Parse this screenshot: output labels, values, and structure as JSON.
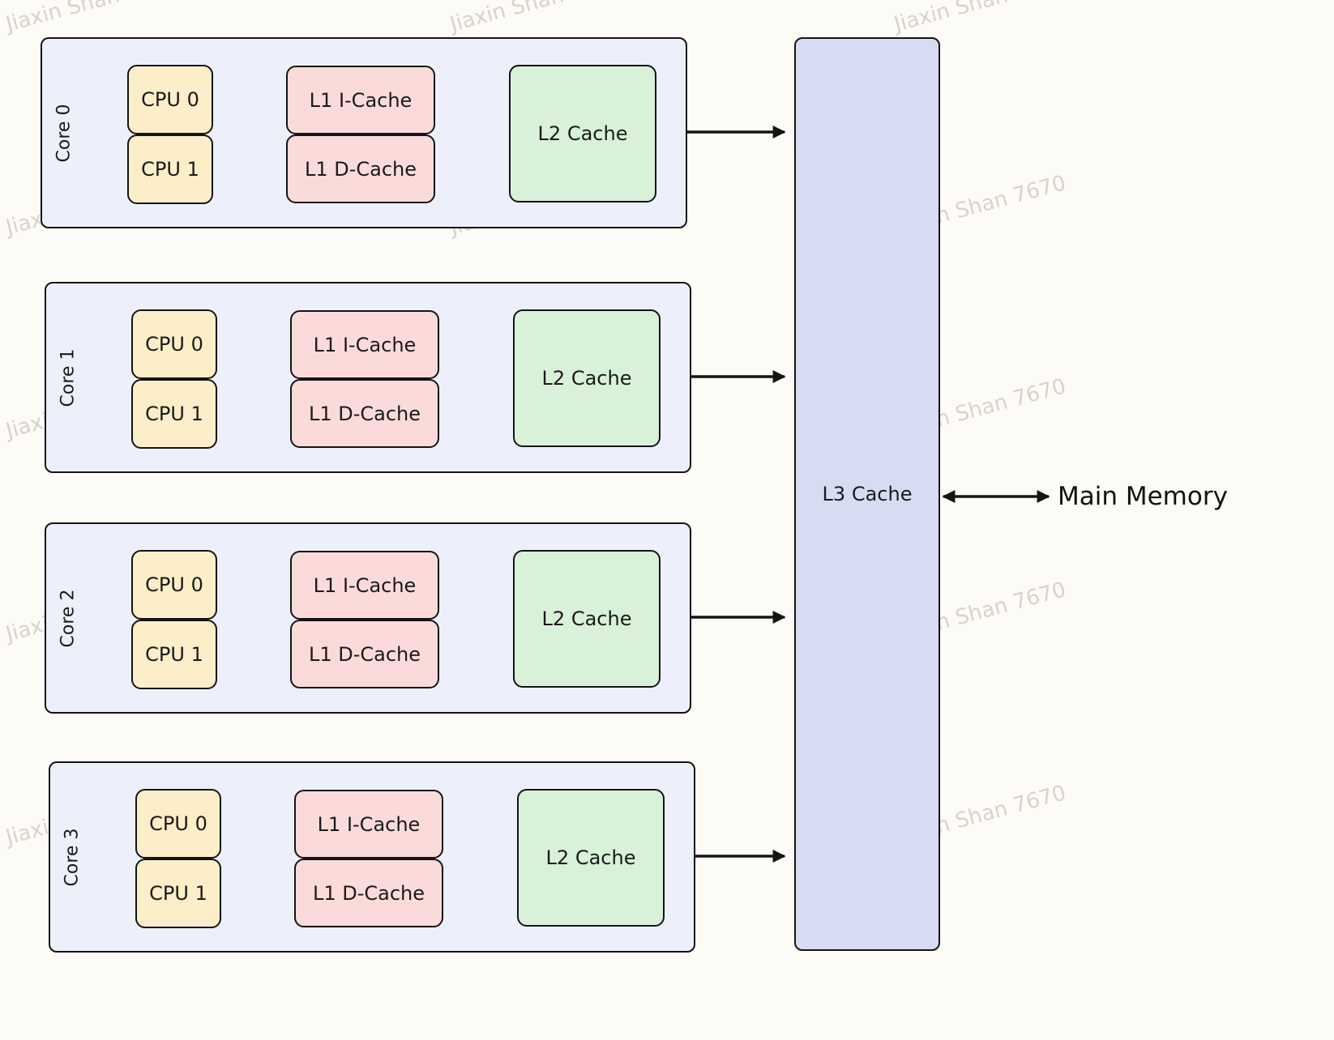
{
  "diagram": {
    "watermark": "Jiaxin Shan 7670",
    "cores": [
      {
        "label": "Core 0",
        "cpu0": "CPU 0",
        "cpu1": "CPU 1",
        "l1i": "L1 I-Cache",
        "l1d": "L1 D-Cache",
        "l2": "L2 Cache"
      },
      {
        "label": "Core 1",
        "cpu0": "CPU 0",
        "cpu1": "CPU 1",
        "l1i": "L1 I-Cache",
        "l1d": "L1 D-Cache",
        "l2": "L2 Cache"
      },
      {
        "label": "Core 2",
        "cpu0": "CPU 0",
        "cpu1": "CPU 1",
        "l1i": "L1 I-Cache",
        "l1d": "L1 D-Cache",
        "l2": "L2 Cache"
      },
      {
        "label": "Core 3",
        "cpu0": "CPU 0",
        "cpu1": "CPU 1",
        "l1i": "L1 I-Cache",
        "l1d": "L1 D-Cache",
        "l2": "L2 Cache"
      }
    ],
    "l3": "L3 Cache",
    "main_memory": "Main Memory",
    "colors": {
      "background": "#fdfbf6",
      "core_fill": "#edf0fb",
      "cpu_fill": "#fceec8",
      "l1_fill": "#fbdbda",
      "l2_fill": "#d8f1d8",
      "l3_fill": "#d8dcf2",
      "stroke": "#141414",
      "watermark": "#b9b4ac"
    }
  }
}
